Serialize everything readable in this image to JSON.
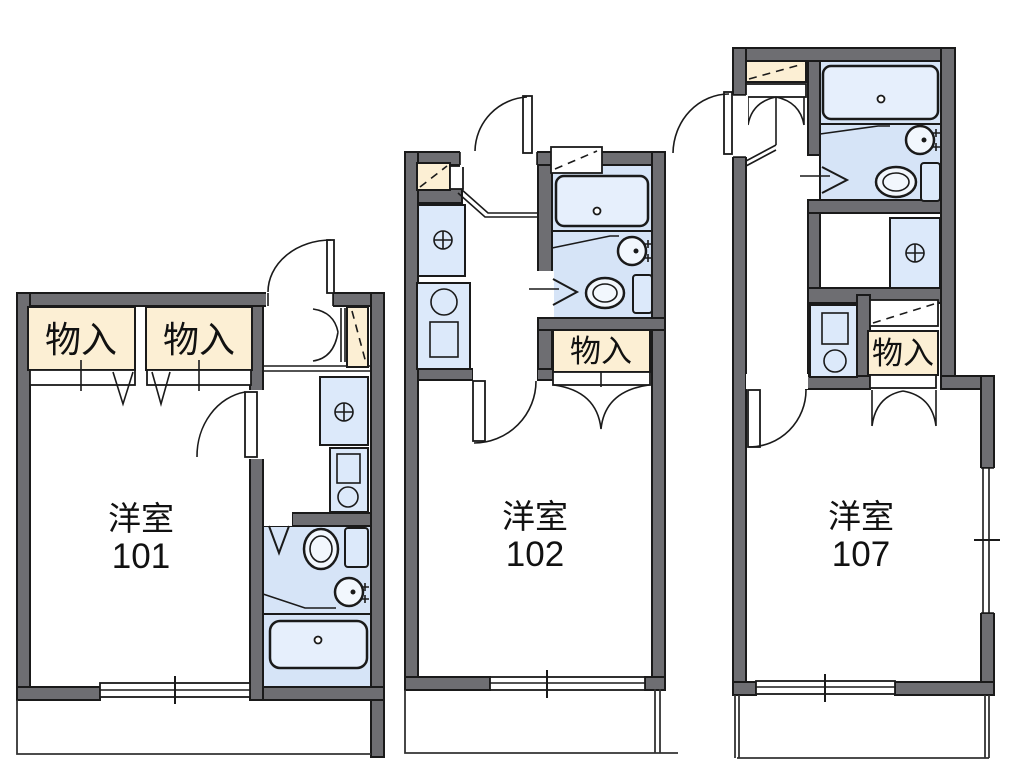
{
  "plan_title": "apartment-floor-plans",
  "colors": {
    "wall": "#6e6e72",
    "line": "#1a1a1a",
    "fixture": "#dce9fa",
    "bathfloor": "#d6e4f7",
    "tub": "#e6effc",
    "closet": "#fcefd4",
    "porcelain": "#f2f7fd",
    "balcony_line": "#333333",
    "background": "#ffffff"
  },
  "units": [
    {
      "number": "101",
      "room_type": "洋室",
      "closets": [
        "物入",
        "物入"
      ]
    },
    {
      "number": "102",
      "room_type": "洋室",
      "closets": [
        "物入"
      ]
    },
    {
      "number": "107",
      "room_type": "洋室",
      "closets": [
        "物入"
      ]
    }
  ]
}
